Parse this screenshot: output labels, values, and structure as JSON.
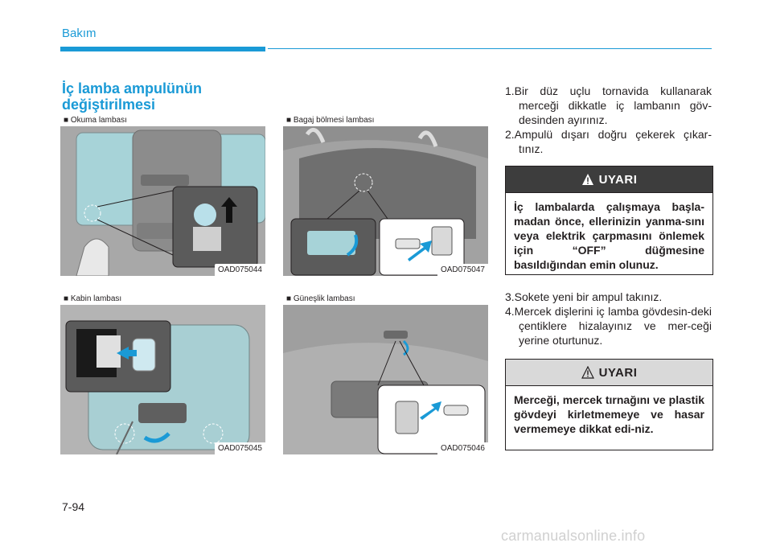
{
  "header": {
    "section": "Bakım"
  },
  "title": {
    "line1": "İç lamba ampulünün",
    "line2": "değiştirilmesi"
  },
  "figures": [
    {
      "caption": "■ Okuma lambası",
      "code": "OAD075044"
    },
    {
      "caption": "■ Bagaj bölmesi lambası",
      "code": "OAD075047"
    },
    {
      "caption": "■ Kabin lambası",
      "code": "OAD075045"
    },
    {
      "caption": "■ Güneşlik lambası",
      "code": "OAD075046"
    }
  ],
  "steps_a": [
    "1.Bir düz uçlu tornavida kullanarak merceği dikkatle iç lambanın göv-desinden ayırınız.",
    "2.Ampulü dışarı doğru çekerek çıkar-tınız."
  ],
  "warning_1": {
    "heading": "UYARI",
    "text": "İç lambalarda çalışmaya başla-madan önce, ellerinizin yanma-sını veya elektrik çarpmasını önlemek için “OFF” düğmesine basıldığından emin olunuz."
  },
  "steps_b": [
    "3.Sokete yeni bir ampul takınız.",
    "4.Mercek dişlerini iç lamba gövdesin-deki çentiklere hizalayınız ve mer-ceği yerine oturtunuz."
  ],
  "warning_2": {
    "heading": "UYARI",
    "text": "Merceği, mercek tırnağını ve plastik gövdeyi kirletmemeye ve hasar vermemeye dikkat edi-niz."
  },
  "page_number": "7-94",
  "watermark": "carmanualsonline.info",
  "colors": {
    "accent": "#1a9ad6",
    "text": "#231f20",
    "warning_dark": "#3d3d3d",
    "warning_light": "#d9d9d9"
  }
}
